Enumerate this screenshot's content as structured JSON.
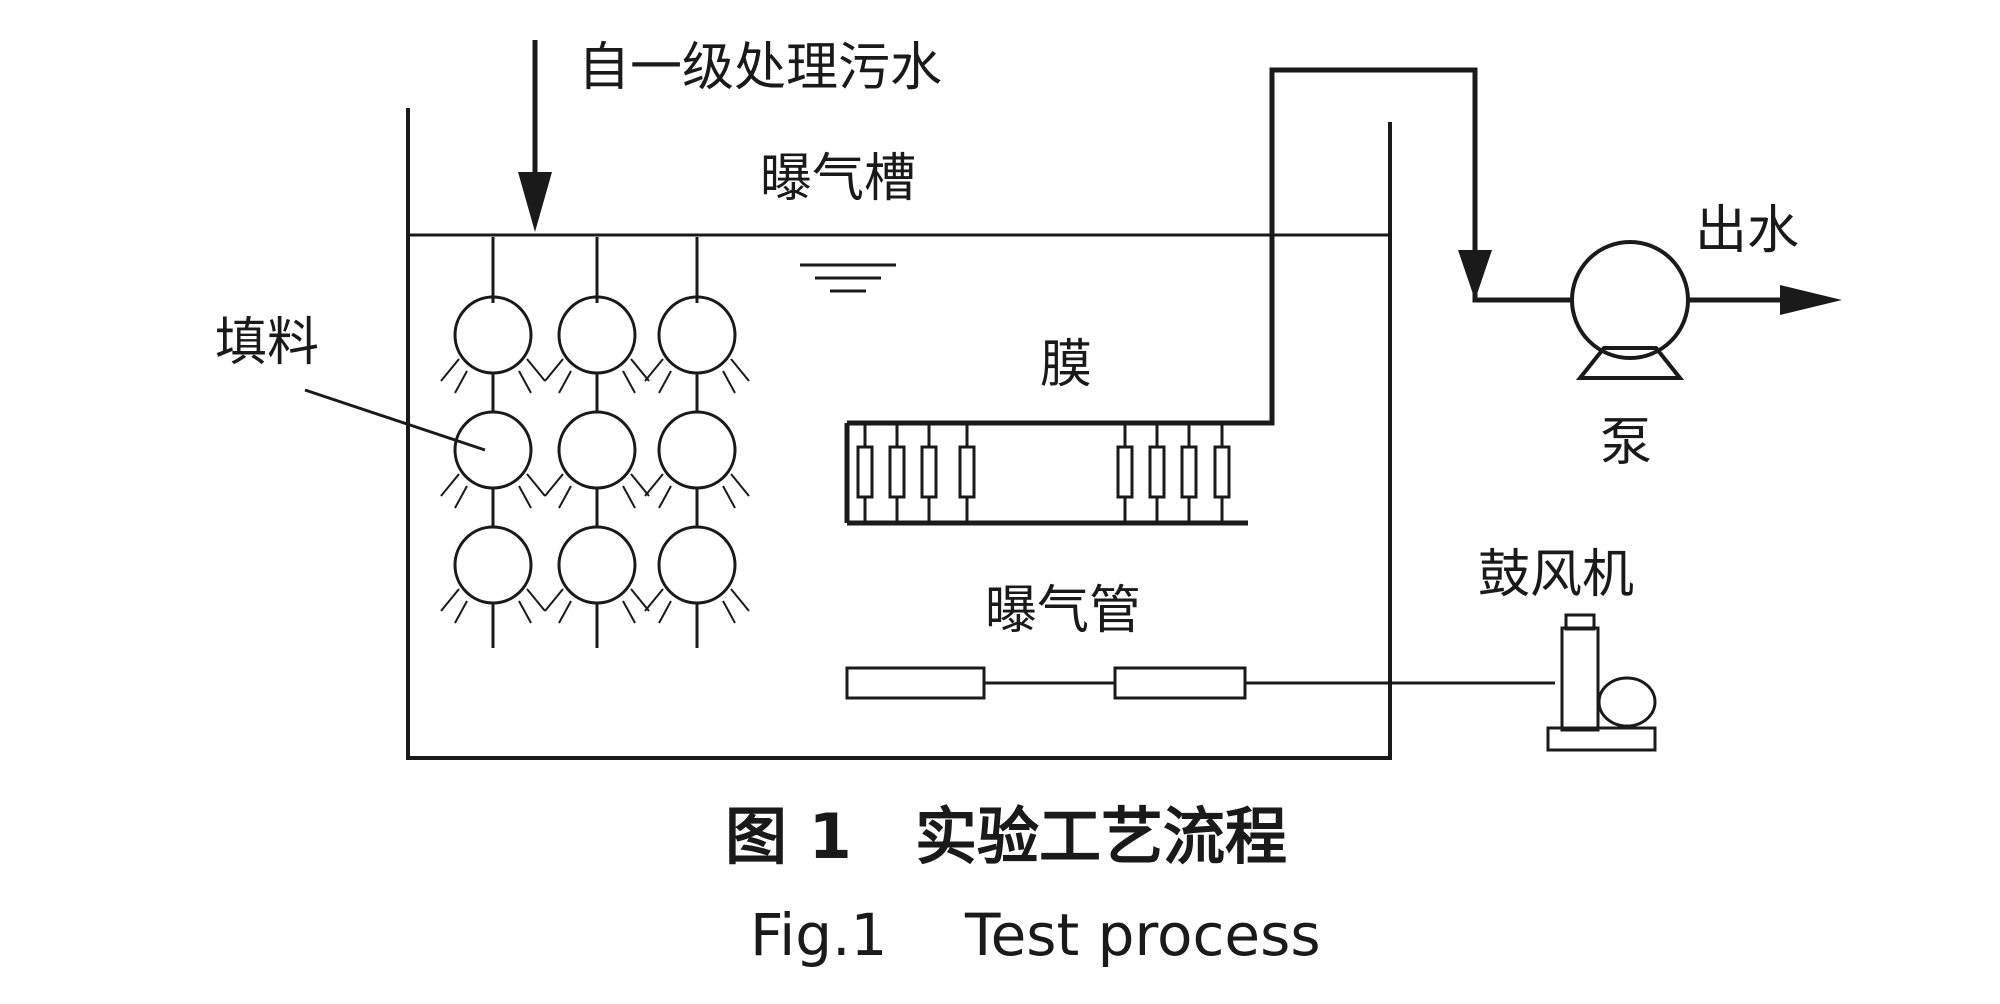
{
  "labels": {
    "inflow": "自一级处理污水",
    "aeration_tank": "曝气槽",
    "filler": "填料",
    "membrane": "膜",
    "aeration_pipe": "曝气管",
    "outflow": "出水",
    "pump": "泵",
    "blower": "鼓风机"
  },
  "caption": {
    "cn_number": "图 1",
    "cn_title": "实验工艺流程",
    "en_number": "Fig.1",
    "en_title": "Test process"
  }
}
